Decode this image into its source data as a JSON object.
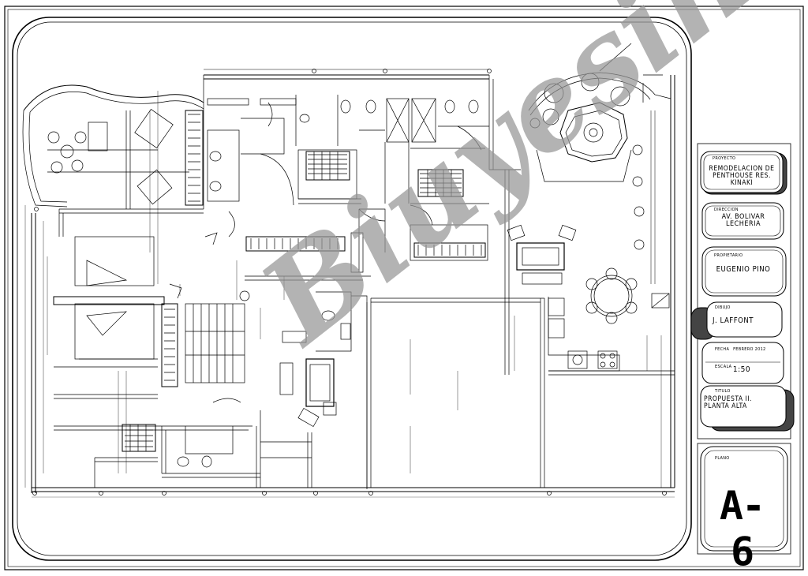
{
  "title_block": {
    "proyecto_label": "PROYECTO",
    "proyecto": "REMODELACION DE\nPENTHOUSE RES. KINAKI",
    "direccion_label": "DIRECCION",
    "direccion": "AV. BOLIVAR\nLECHERIA",
    "propietario_label": "PROPIETARIO",
    "propietario": "EUGENIO PINO",
    "dibujo_label": "DIBUJO",
    "dibujo": "J. LAFFONT",
    "fecha_label": "FECHA",
    "fecha": "FEBRERO 2012",
    "escala_label": "ESCALA",
    "escala": "1:50",
    "titulo_label": "TITULO",
    "titulo": "PROPUESTA II.\nPLANTA ALTA",
    "plano_label": "PLANO",
    "plano": "A-6"
  },
  "watermark": "Biuyesin",
  "colors": {
    "line": "#000000",
    "fill": "#ffffff",
    "shadow": "#444444",
    "watermark": "#969696"
  }
}
